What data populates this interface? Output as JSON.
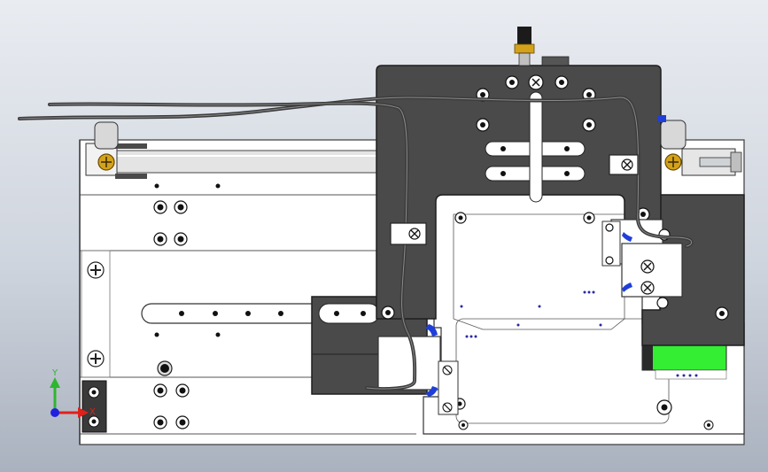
{
  "viewport": {
    "background_top": "#e9ecf1",
    "background_bottom": "#aab2bf"
  },
  "triad": {
    "x_label": "X",
    "y_label": "Y",
    "x_color": "#e0201a",
    "y_color": "#2fb52f",
    "z_color": "#2020e0"
  },
  "colors": {
    "plate": "#ffffff",
    "plate_edge": "#3a3a3a",
    "dark_block": "#4a4a4a",
    "dark_block_edge": "#1e1e1e",
    "tube": "#3c3c3c",
    "fitting_blue": "#1f3fd8",
    "pcb_green": "#33ee33",
    "screw_brass": "#d4a21a",
    "rod_metal": "#cfd3d6"
  },
  "assembly": {
    "view": "top",
    "parts": [
      "base-plate",
      "rodless-cylinder",
      "slide-carriage",
      "gripper-block",
      "air-tube",
      "air-fittings",
      "sensor-board",
      "end-stop-bracket"
    ]
  }
}
